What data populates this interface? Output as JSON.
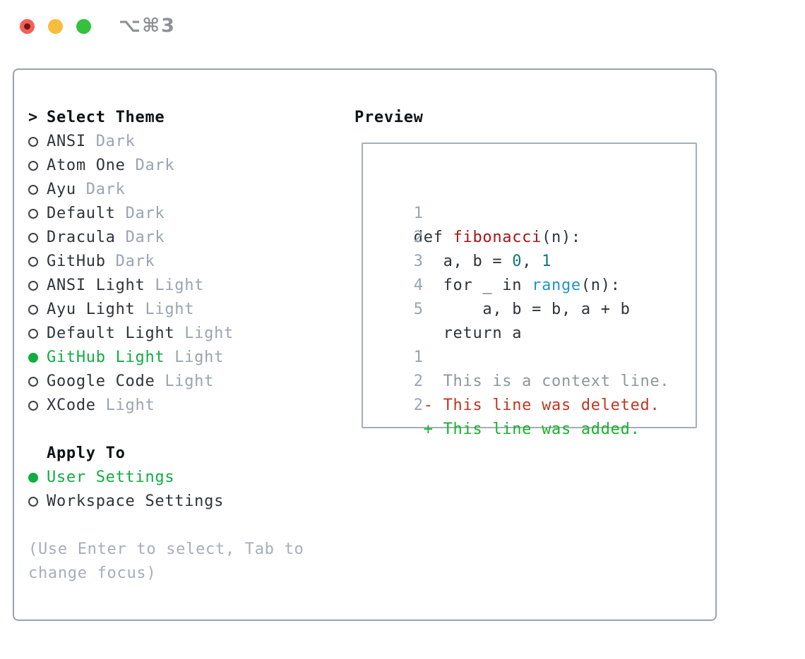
{
  "titlebar": {
    "title": "⌥⌘3",
    "traffic_lights": [
      "close",
      "minimize",
      "zoom"
    ]
  },
  "colors": {
    "selection_green": "#0fae41",
    "diff_added_green": "#16b42a",
    "diff_deleted_red": "#c23522",
    "function_red": "#a31515",
    "number_teal": "#0b7878",
    "builtin_blue": "#2196c9",
    "muted_gray": "#9aa4b1",
    "border_gray": "#99a2ac"
  },
  "theme_panel": {
    "header": {
      "prompt": ">",
      "label": "Select Theme"
    },
    "items": [
      {
        "name": "ANSI",
        "tag": "Dark",
        "selected": false
      },
      {
        "name": "Atom One",
        "tag": "Dark",
        "selected": false
      },
      {
        "name": "Ayu",
        "tag": "Dark",
        "selected": false
      },
      {
        "name": "Default",
        "tag": "Dark",
        "selected": false
      },
      {
        "name": "Dracula",
        "tag": "Dark",
        "selected": false
      },
      {
        "name": "GitHub",
        "tag": "Dark",
        "selected": false
      },
      {
        "name": "ANSI Light",
        "tag": "Light",
        "selected": false
      },
      {
        "name": "Ayu Light",
        "tag": "Light",
        "selected": false
      },
      {
        "name": "Default Light",
        "tag": "Light",
        "selected": false
      },
      {
        "name": "GitHub Light",
        "tag": "Light",
        "selected": true
      },
      {
        "name": "Google Code",
        "tag": "Light",
        "selected": false
      },
      {
        "name": "XCode",
        "tag": "Light",
        "selected": false
      }
    ],
    "apply_to": {
      "label": "Apply To",
      "options": [
        {
          "name": "User Settings",
          "selected": true
        },
        {
          "name": "Workspace Settings",
          "selected": false
        }
      ]
    },
    "hint": "(Use Enter to select, Tab to change focus)"
  },
  "preview": {
    "label": "Preview",
    "lines": [
      {
        "num": "1",
        "segments": [
          {
            "t": "  def ",
            "c": "code"
          },
          {
            "t": "fibonacci",
            "c": "func"
          },
          {
            "t": "(n):",
            "c": "code"
          }
        ]
      },
      {
        "num": "2",
        "segments": [
          {
            "t": "     a, b = ",
            "c": "code"
          },
          {
            "t": "0",
            "c": "num"
          },
          {
            "t": ", ",
            "c": "code"
          },
          {
            "t": "1",
            "c": "num"
          }
        ]
      },
      {
        "num": "3",
        "segments": [
          {
            "t": "     for _ in ",
            "c": "code"
          },
          {
            "t": "range",
            "c": "builtin"
          },
          {
            "t": "(n):",
            "c": "code"
          }
        ]
      },
      {
        "num": "4",
        "segments": [
          {
            "t": "         a, b = b, a + b",
            "c": "code"
          }
        ]
      },
      {
        "num": "5",
        "segments": [
          {
            "t": "     return a",
            "c": "code"
          }
        ]
      },
      {
        "num": "",
        "segments": []
      },
      {
        "num": "1",
        "segments": [
          {
            "t": "     This is a context line.",
            "c": "ctx"
          }
        ]
      },
      {
        "num": "2",
        "segments": [
          {
            "t": "   - This line was deleted.",
            "c": "del"
          }
        ]
      },
      {
        "num": "2",
        "segments": [
          {
            "t": "   + This line was added.",
            "c": "add"
          }
        ]
      }
    ]
  }
}
